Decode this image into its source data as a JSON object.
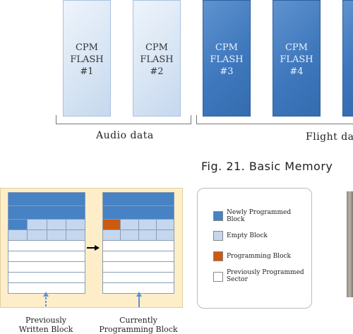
{
  "chips": [
    {
      "line1": "CPM",
      "line2": "FLASH",
      "line3": "#1",
      "style": "light"
    },
    {
      "line1": "CPM",
      "line2": "FLASH",
      "line3": "#2",
      "style": "light"
    },
    {
      "line1": "CPM",
      "line2": "FLASH",
      "line3": "#3",
      "style": "dark"
    },
    {
      "line1": "CPM",
      "line2": "FLASH",
      "line3": "#4",
      "style": "dark"
    }
  ],
  "groups": {
    "audio": "Audio data",
    "flight": "Flight da"
  },
  "caption": "Fig. 21. Basic Memory",
  "blocks": {
    "previous_line1": "Previously",
    "previous_line2": "Written  Block",
    "current_line1": "Currently",
    "current_line2": "Programming  Block"
  },
  "legend": {
    "newly": "Newly Programmed Block",
    "empty": "Empty Block",
    "programming": "Programming Block",
    "previous": "Previously Programmed Sector"
  },
  "colors": {
    "newly": "#4682c4",
    "empty": "#c5d7ee",
    "programming": "#cc5a10",
    "previous": "#ffffff",
    "panel": "#fdeec9"
  }
}
